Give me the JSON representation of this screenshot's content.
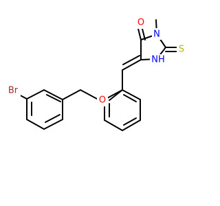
{
  "molecule": {
    "atoms": {
      "br": {
        "symbol": "Br",
        "color": "#a52a2a"
      },
      "o_ether": {
        "symbol": "O",
        "color": "#ff0000"
      },
      "o_carbonyl": {
        "symbol": "O",
        "color": "#ff0000"
      },
      "n_methyl": {
        "symbol": "N",
        "color": "#0000ff"
      },
      "nh": {
        "symbol": "NH",
        "color": "#0000ff"
      },
      "s_thione": {
        "symbol": "S",
        "color": "#b8b800"
      }
    }
  }
}
